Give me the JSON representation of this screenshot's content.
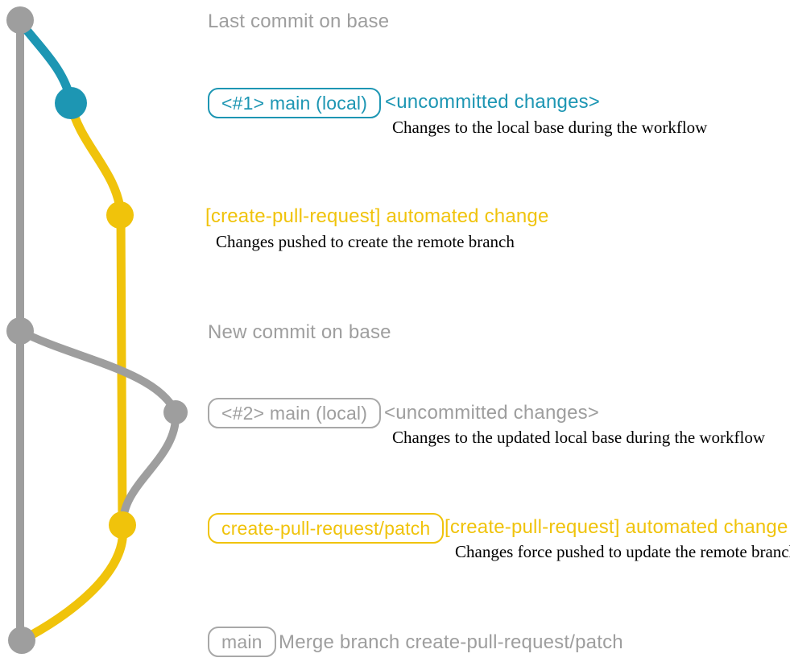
{
  "colors": {
    "gray": "#9e9e9e",
    "teal": "#1d96b3",
    "yellow": "#f0c30b",
    "ink": "#000000"
  },
  "diagram": {
    "top_annotation": "Last commit on base",
    "mid_annotation": "New commit on base",
    "rows": {
      "r1": {
        "badge": "<#1> main (local)",
        "title": "<uncommitted changes>",
        "desc": "Changes to the local base during the workflow"
      },
      "r2": {
        "title": "[create-pull-request] automated change",
        "desc": "Changes pushed to create the remote branch"
      },
      "r3": {
        "badge": "<#2> main (local)",
        "title": "<uncommitted changes>",
        "desc": "Changes to the updated local base during the workflow"
      },
      "r4": {
        "badge": "create-pull-request/patch",
        "title": "[create-pull-request] automated change",
        "desc": "Changes force pushed to update the remote branch"
      },
      "r5": {
        "badge": "main",
        "title": "Merge branch create-pull-request/patch"
      }
    }
  }
}
